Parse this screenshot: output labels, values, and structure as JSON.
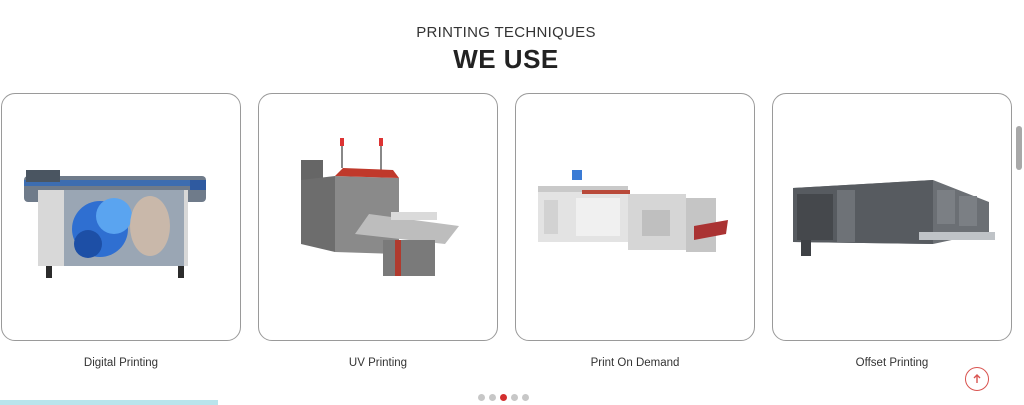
{
  "section": {
    "subtitle": "PRINTING TECHNIQUES",
    "title": "WE USE"
  },
  "cards": [
    {
      "label": "Digital Printing",
      "image": "wide-format-inkjet-printer"
    },
    {
      "label": "UV Printing",
      "image": "uv-flatbed-printer"
    },
    {
      "label": "Print On Demand",
      "image": "production-printing-system"
    },
    {
      "label": "Offset Printing",
      "image": "offset-printing-press"
    }
  ],
  "pagination": {
    "count": 5,
    "active_index": 2
  },
  "colors": {
    "accent": "#d32f2f",
    "card_border": "#9a9a9a",
    "teal_bar": "#b9e4ec"
  },
  "icons": {
    "scroll_top": "arrow-up-icon"
  }
}
